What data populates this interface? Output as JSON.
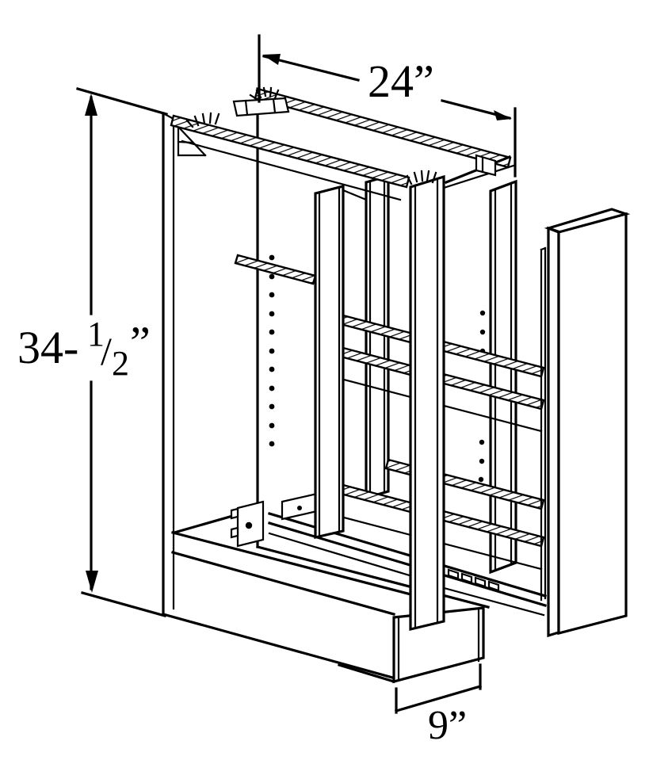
{
  "drawing": {
    "type": "cabinet-technical-line-drawing",
    "colors": {
      "line": "#000000",
      "background": "#ffffff"
    },
    "dimensions": {
      "top": {
        "label": "24”"
      },
      "left": {
        "whole": "34-",
        "numerator": "1",
        "slash": "/",
        "denominator": "2",
        "unit": "”"
      },
      "bottom": {
        "label": "9”"
      }
    }
  }
}
